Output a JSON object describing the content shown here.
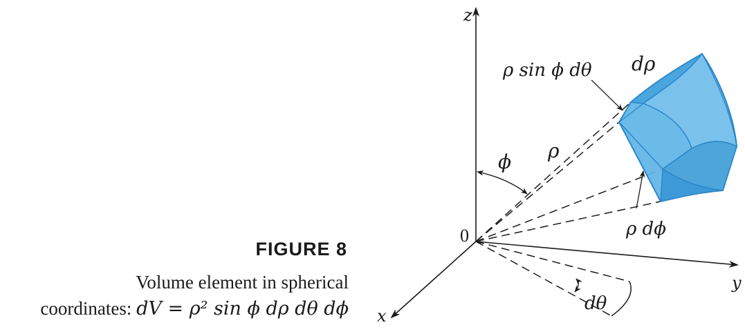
{
  "caption": {
    "title": "FIGURE 8",
    "line1": "Volume element in spherical",
    "line2_prefix": "coordinates: ",
    "line2_formula": "dV = ρ² sin ϕ dρ dθ dϕ"
  },
  "labels": {
    "z_axis": "z",
    "y_axis": "y",
    "x_axis": "x",
    "origin": "0",
    "phi": "ϕ",
    "rho": "ρ",
    "d_rho": "dρ",
    "rho_sin_phi_dtheta": "ρ sin ϕ dθ",
    "rho_dphi": "ρ dϕ",
    "d_theta": "dθ"
  },
  "colors": {
    "element_fill": "#5fb4e6",
    "element_edge": "#2a86c9",
    "ink": "#1a1a1a"
  }
}
